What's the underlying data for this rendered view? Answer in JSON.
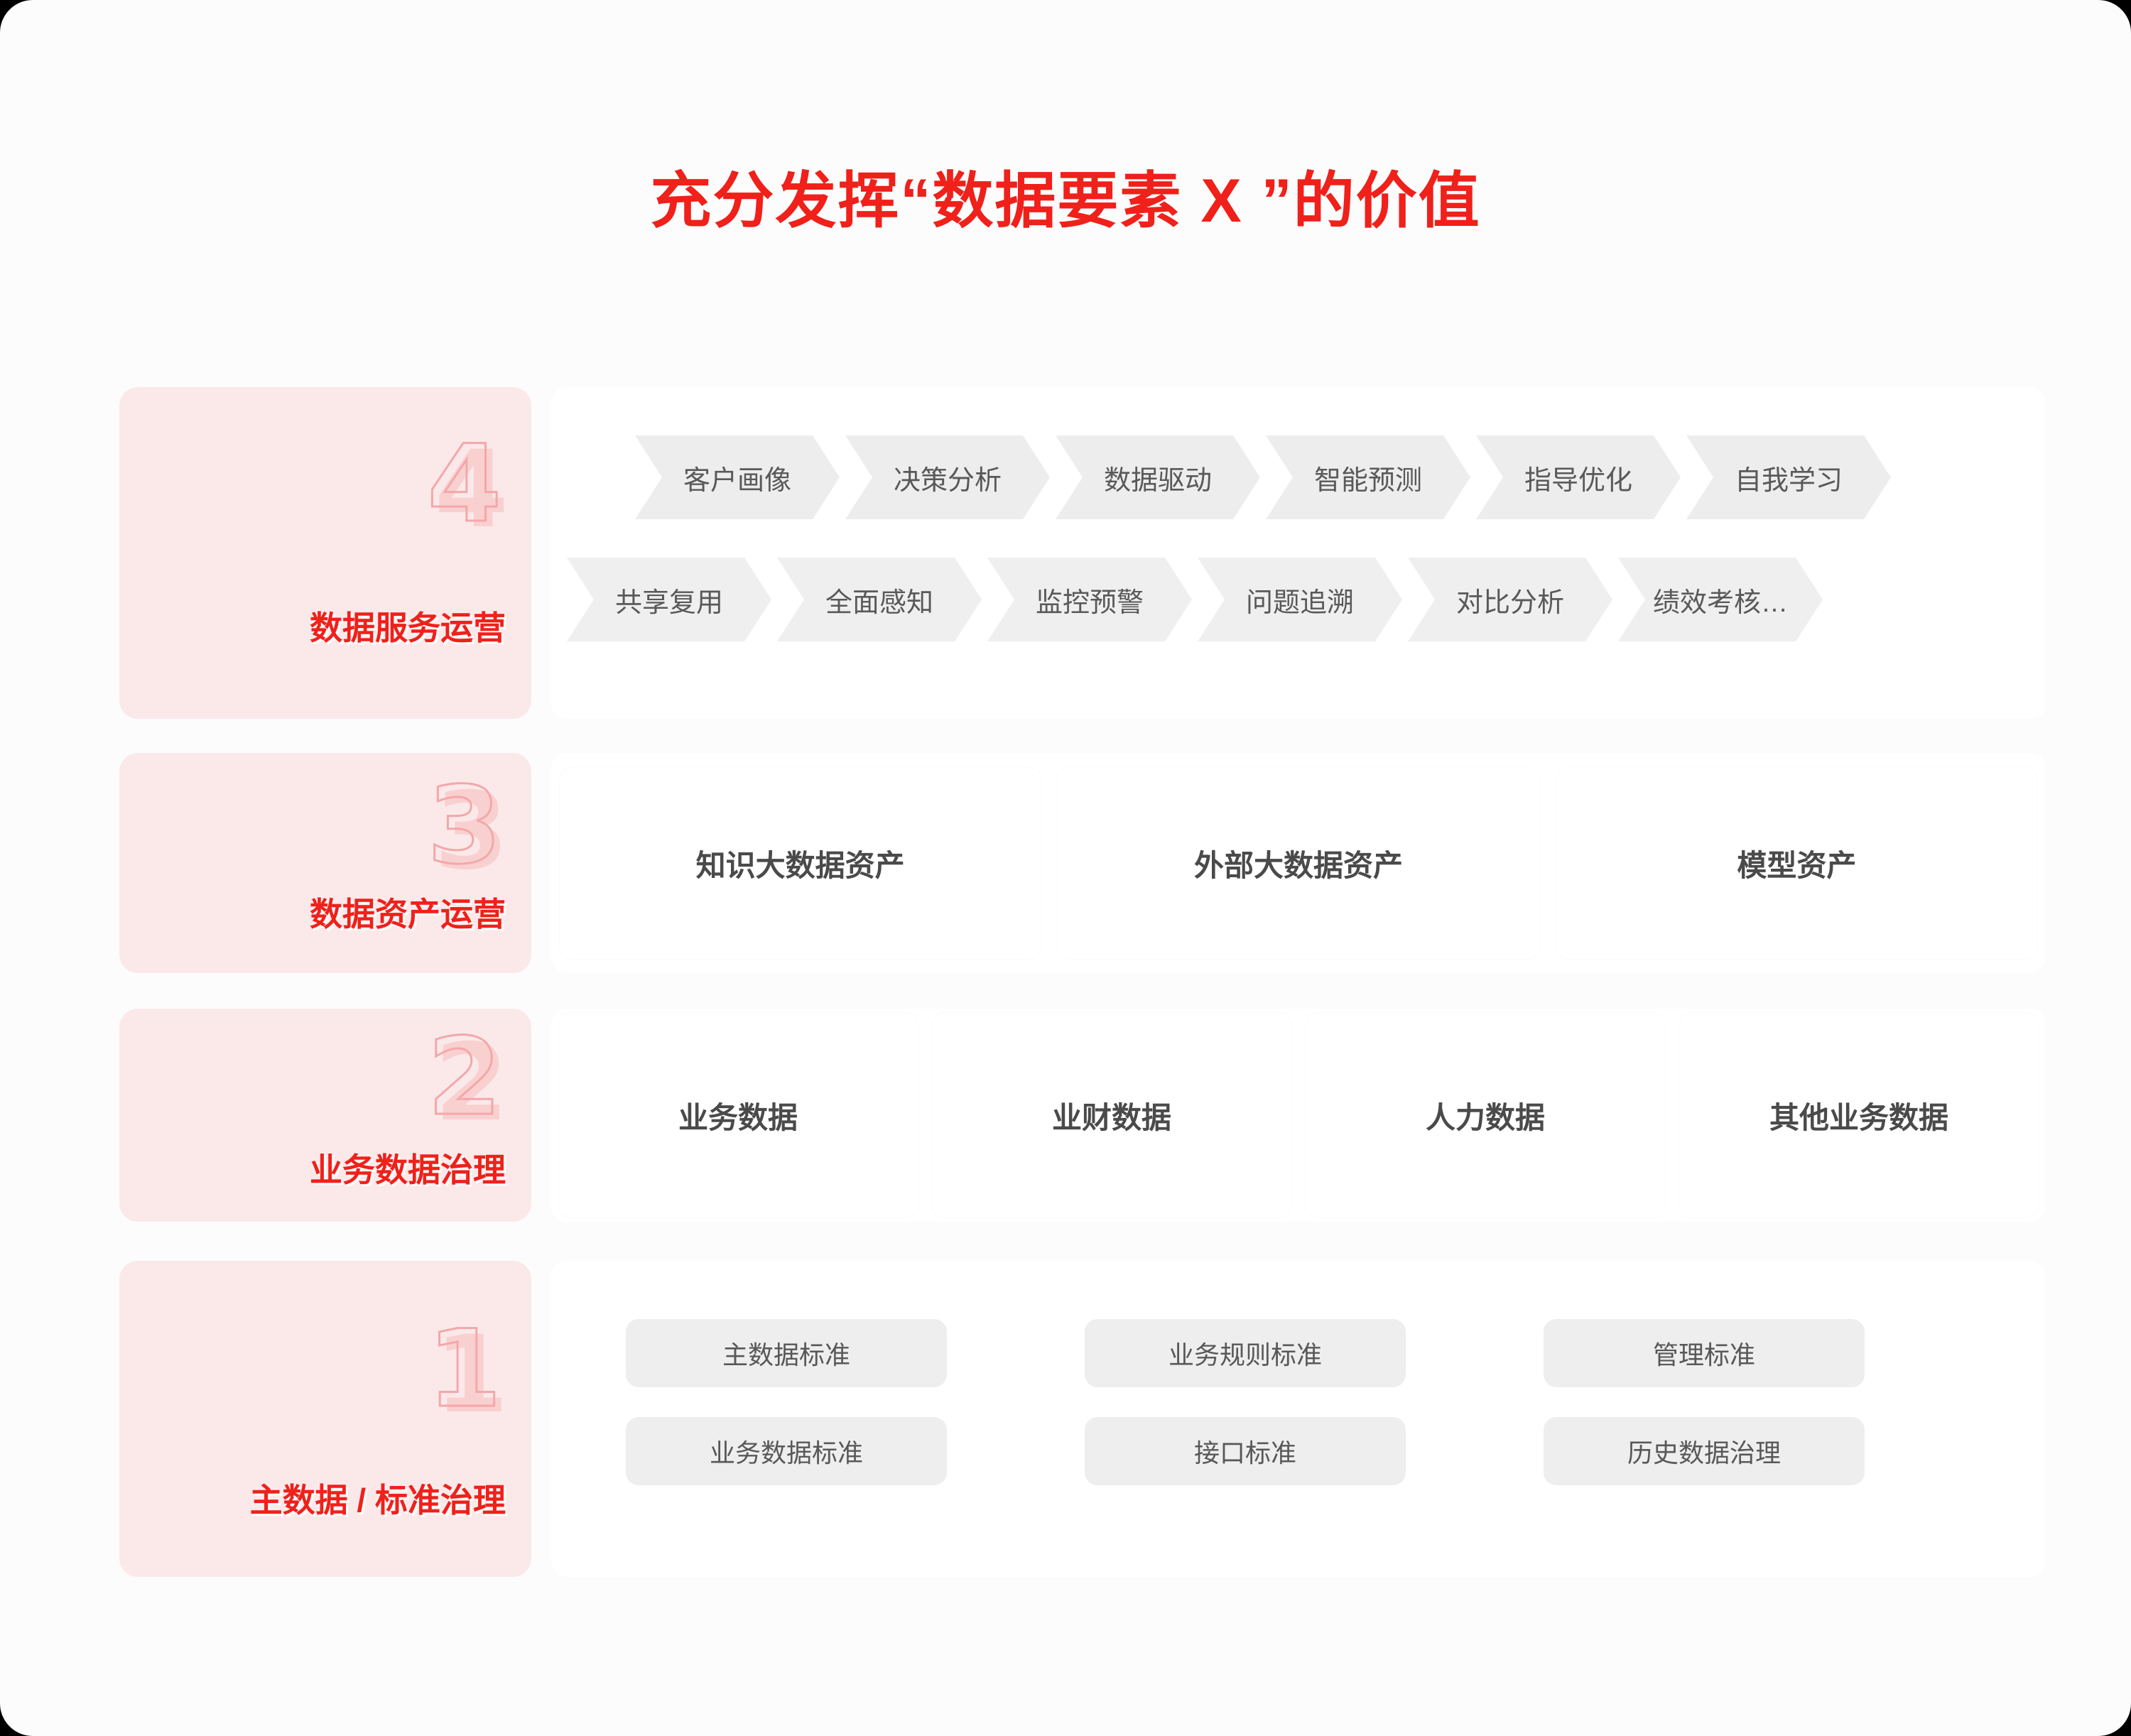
{
  "title": "充分发挥“数据要素 X ”的价值",
  "colors": {
    "brand_red": "#f0201a",
    "stage_bg": "#fbe9ea",
    "chip_gray": "#ededed",
    "pill_gray": "#eeeeee",
    "text_dark": "#4a4a4a",
    "page_bg": "#fcfcfc"
  },
  "rows": [
    {
      "number": "4",
      "label": "数据服务运营",
      "type": "chevrons",
      "chevron_rows": [
        [
          "客户画像",
          "决策分析",
          "数据驱动",
          "智能预测",
          "指导优化",
          "自我学习"
        ],
        [
          "共享复用",
          "全面感知",
          "监控预警",
          "问题追溯",
          "对比分析",
          "绩效考核…"
        ]
      ]
    },
    {
      "number": "3",
      "label": "数据资产运营",
      "type": "cards",
      "cards": [
        "知识大数据资产",
        "外部大数据资产",
        "模型资产"
      ]
    },
    {
      "number": "2",
      "label": "业务数据治理",
      "type": "cards",
      "cards": [
        "业务数据",
        "业财数据",
        "人力数据",
        "其他业务数据"
      ]
    },
    {
      "number": "1",
      "label": "主数据 / 标准治理",
      "type": "pills",
      "pills": [
        "主数据标准",
        "业务规则标准",
        "管理标准",
        "业务数据标准",
        "接口标准",
        "历史数据治理"
      ]
    }
  ]
}
